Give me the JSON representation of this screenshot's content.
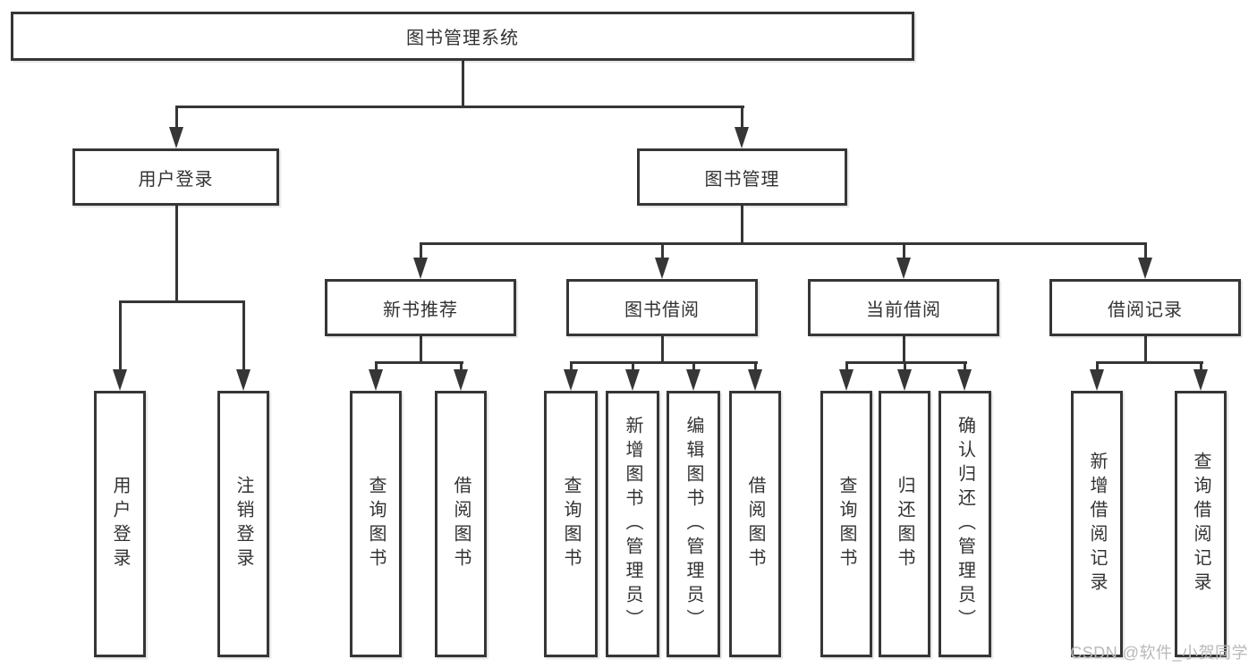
{
  "colors": {
    "line": "#363636",
    "text": "#333333",
    "background": "#ffffff",
    "watermark": "#b9b9b9"
  },
  "nodes": {
    "root": {
      "label": "图书管理系统"
    },
    "user_login": {
      "label": "用户登录"
    },
    "book_mgmt": {
      "label": "图书管理"
    },
    "new_book_rec": {
      "label": "新书推荐"
    },
    "book_borrow": {
      "label": "图书借阅"
    },
    "current_borrow": {
      "label": "当前借阅"
    },
    "borrow_record": {
      "label": "借阅记录"
    },
    "ul_user_login": {
      "label": "用户登录"
    },
    "ul_logout": {
      "label": "注销登录"
    },
    "nbr_query": {
      "label": "查询图书"
    },
    "nbr_borrow": {
      "label": "借阅图书"
    },
    "bb_query": {
      "label": "查询图书"
    },
    "bb_add": {
      "label": "新增图书（管理员）"
    },
    "bb_edit": {
      "label": "编辑图书（管理员）"
    },
    "bb_borrow": {
      "label": "借阅图书"
    },
    "cb_query": {
      "label": "查询图书"
    },
    "cb_return": {
      "label": "归还图书"
    },
    "cb_confirm": {
      "label": "确认归还（管理员）"
    },
    "br_add": {
      "label": "新增借阅记录"
    },
    "br_query": {
      "label": "查询借阅记录"
    }
  },
  "edges": [
    [
      "root",
      "user_login"
    ],
    [
      "root",
      "book_mgmt"
    ],
    [
      "user_login",
      "ul_user_login"
    ],
    [
      "user_login",
      "ul_logout"
    ],
    [
      "book_mgmt",
      "new_book_rec"
    ],
    [
      "book_mgmt",
      "book_borrow"
    ],
    [
      "book_mgmt",
      "current_borrow"
    ],
    [
      "book_mgmt",
      "borrow_record"
    ],
    [
      "new_book_rec",
      "nbr_query"
    ],
    [
      "new_book_rec",
      "nbr_borrow"
    ],
    [
      "book_borrow",
      "bb_query"
    ],
    [
      "book_borrow",
      "bb_add"
    ],
    [
      "book_borrow",
      "bb_edit"
    ],
    [
      "book_borrow",
      "bb_borrow"
    ],
    [
      "current_borrow",
      "cb_query"
    ],
    [
      "current_borrow",
      "cb_return"
    ],
    [
      "current_borrow",
      "cb_confirm"
    ],
    [
      "borrow_record",
      "br_add"
    ],
    [
      "borrow_record",
      "br_query"
    ]
  ],
  "watermark": {
    "text": "CSDN @软件_小贺同学"
  }
}
